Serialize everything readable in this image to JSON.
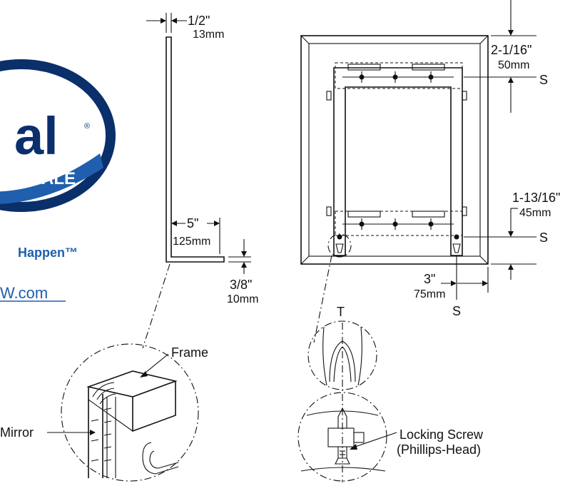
{
  "logo": {
    "mark_letters": "al",
    "mark_sub": "SALE",
    "registered": "®",
    "tagline": "Happen™",
    "website": "W.com",
    "colors": {
      "navy": "#0b2f6b",
      "blue": "#1f5fae",
      "link": "#1f5fae"
    }
  },
  "side_view": {
    "top_thickness": {
      "imperial": "1/2\"",
      "metric": "13mm"
    },
    "return_depth": {
      "imperial": "5\"",
      "metric": "125mm"
    },
    "return_thickness": {
      "imperial": "3/8\"",
      "metric": "10mm"
    }
  },
  "front_view": {
    "top_offset": {
      "imperial": "2-1/16\"",
      "metric": "50mm"
    },
    "bottom_offset": {
      "imperial": "1-13/16\"",
      "metric": "45mm"
    },
    "side_offset": {
      "imperial": "3\"",
      "metric": "75mm"
    },
    "screw_mark": "S",
    "detail_mark": "T"
  },
  "details": {
    "frame_label": "Frame",
    "mirror_label": "Mirror",
    "locking_screw_line1": "Locking Screw",
    "locking_screw_line2": "(Phillips-Head)"
  }
}
